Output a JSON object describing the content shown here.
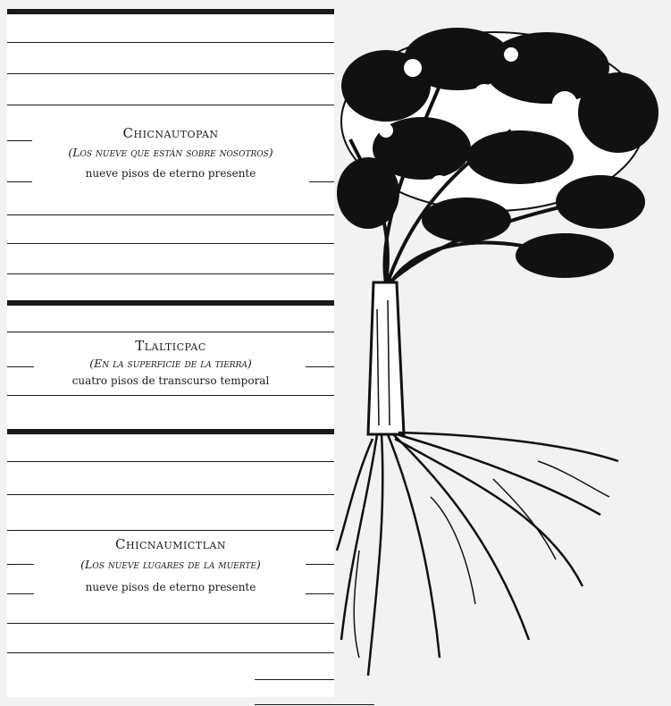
{
  "strata": [
    {
      "title": "Chicnautopan",
      "subtitle": "(Los nueve que están sobre nosotros)",
      "description": "nueve pisos de eterno presente"
    },
    {
      "title": "Tlalticpac",
      "subtitle": "(En la superficie de la tierra)",
      "description": "cuatro pisos de transcurso temporal"
    },
    {
      "title": "Chicnaumictlan",
      "subtitle": "(Los nueve  lugares de la muerte)",
      "description": "nueve pisos de eterno presente"
    }
  ],
  "colors": {
    "ink": "#1a1a1a",
    "paper": "#ffffff",
    "background": "#f2f2f2"
  },
  "illustration": "tree-with-roots"
}
